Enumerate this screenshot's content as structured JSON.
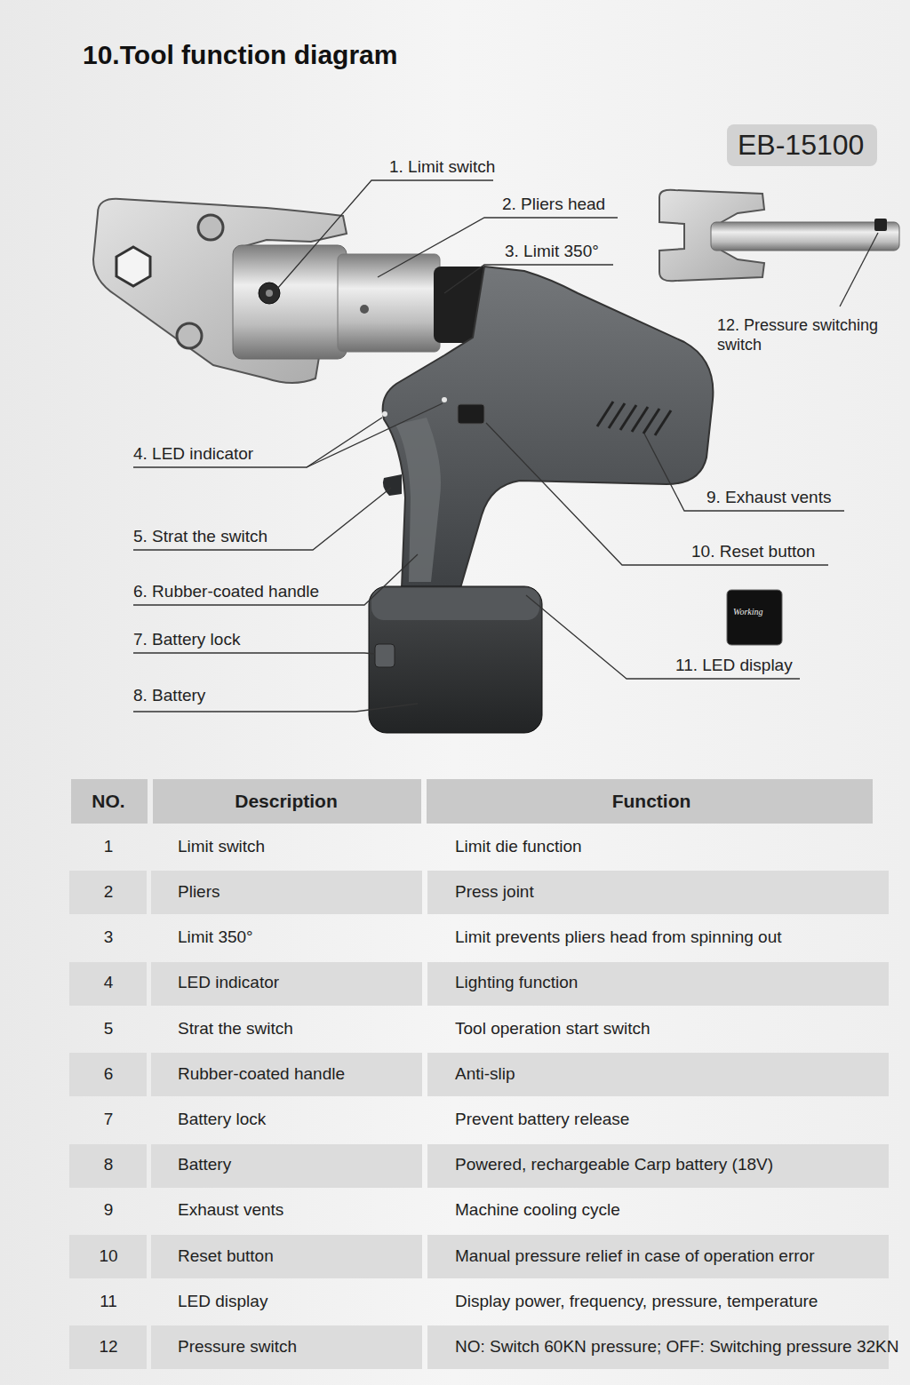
{
  "diagram": {
    "title": "10.Tool function diagram",
    "nodes": [
      {
        "text": [
          "EB-15100"
        ]
      }
    ],
    "labels": [
      "1. Limit switch",
      "2. Pliers head",
      "3. Limit 350°",
      "4. LED indicator",
      "5. Strat the switch",
      "6. Rubber-coated handle",
      "7. Battery lock",
      "8. Battery",
      "9. Exhaust vents",
      "10. Reset button",
      "11. LED display",
      "12. Pressure switching switch",
      "Working",
      "NO.",
      "Description",
      "Function",
      "1",
      "Limit switch",
      "Limit die function",
      "2",
      "Pliers",
      "Press joint",
      "3",
      "Limit 350°",
      "Limit prevents pliers head from spinning out",
      "4",
      "LED indicator",
      "Lighting function",
      "5",
      "Strat the switch",
      "Tool operation start switch",
      "6",
      "Rubber-coated handle",
      "Anti-slip",
      "7",
      "Battery lock",
      "Prevent battery release",
      "8",
      "Battery",
      "Powered, rechargeable Carp battery (18V)",
      "9",
      "Exhaust vents",
      "Machine cooling cycle",
      "10",
      "Reset button",
      "Manual pressure relief in case of operation error",
      "11",
      "LED display",
      "Display power, frequency, pressure, temperature",
      "12",
      "Pressure switch",
      "NO: Switch 60KN pressure; OFF: Switching pressure 32KN"
    ]
  }
}
